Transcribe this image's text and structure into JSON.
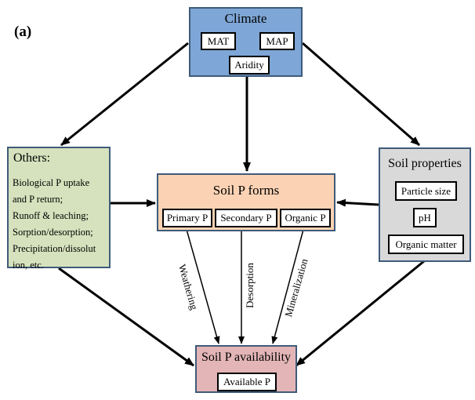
{
  "panel_label": "(a)",
  "climate": {
    "title": "Climate",
    "mat": "MAT",
    "map": "MAP",
    "aridity": "Aridity",
    "fill": "#7ea6d6"
  },
  "others": {
    "title": "Others:",
    "lines": [
      "Biological P uptake",
      "and P return;",
      "Runoff & leaching;",
      "Sorption/desorption;",
      "Precipitation/dissolut",
      "ion, etc."
    ],
    "fill": "#d6e2bd"
  },
  "soil_p_forms": {
    "title": "Soil P forms",
    "primary": "Primary P",
    "secondary": "Secondary P",
    "organic": "Organic P",
    "fill": "#fbd3b4"
  },
  "soil_properties": {
    "title": "Soil properties",
    "particle_size": "Particle size",
    "ph": "pH",
    "organic_matter": "Organic matter",
    "fill": "#d9d9d9"
  },
  "soil_p_availability": {
    "title": "Soil P availability",
    "available": "Available P",
    "fill": "#e3b5b6"
  },
  "arrow_labels": {
    "weathering": "Weathering",
    "desorption": "Desorption",
    "mineralization": "Mineralization"
  }
}
